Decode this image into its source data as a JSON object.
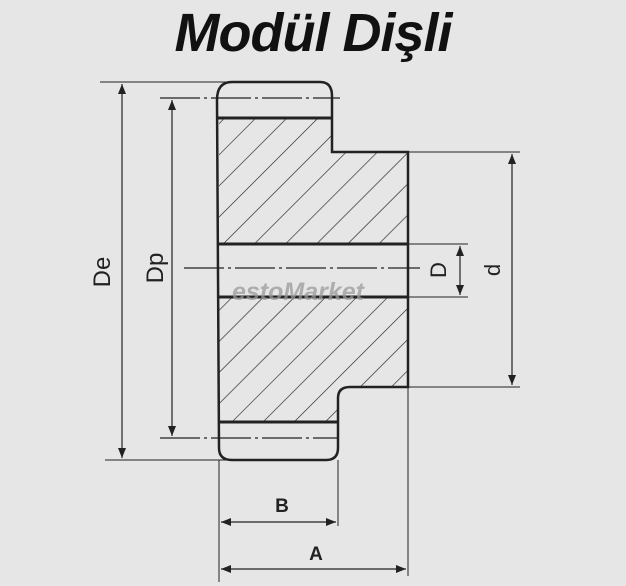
{
  "title": "Modül Dişli",
  "labels": {
    "De": "De",
    "Dp": "Dp",
    "D": "D",
    "d": "d",
    "B": "B",
    "A": "A"
  },
  "watermark": "estoMarket",
  "colors": {
    "background": "#e6e6e6",
    "line": "#222222"
  }
}
